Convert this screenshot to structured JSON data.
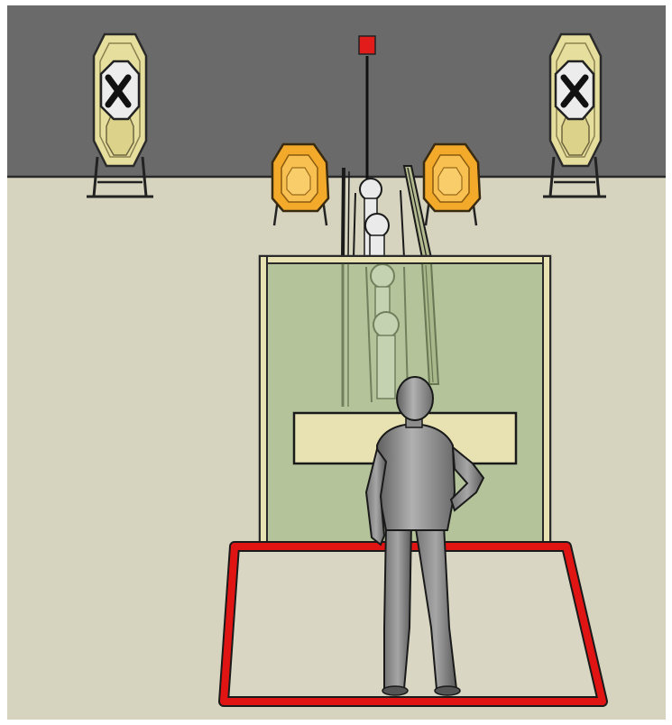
{
  "scene": {
    "colors": {
      "back_wall": "#6a6a6a",
      "floor": "#d6d4bf",
      "wall_floor_line": "#2a2a2a",
      "target_pale": "#e6de9c",
      "target_orange": "#f3aa2a",
      "no_shoot_disc": "#ececec",
      "no_shoot_mark": "#111111",
      "partition_glass": "#b4c39a",
      "partition_frame": "#e8e2b2",
      "mover_light": "#eaeaea",
      "mover_warn": "#e21b1b",
      "shooter_box": "#e11414",
      "shooter_figure": "#8c8c8c"
    },
    "icons": {
      "left_no_shoot": "no-shoot-target",
      "right_no_shoot": "no-shoot-target",
      "left_shoot": "shoot-target",
      "right_shoot": "shoot-target",
      "activator": "red-activator",
      "mover": "moving-target-track",
      "partition": "barricade-partition",
      "shooter": "shooter-figure",
      "shooting_box": "shooting-box"
    }
  }
}
